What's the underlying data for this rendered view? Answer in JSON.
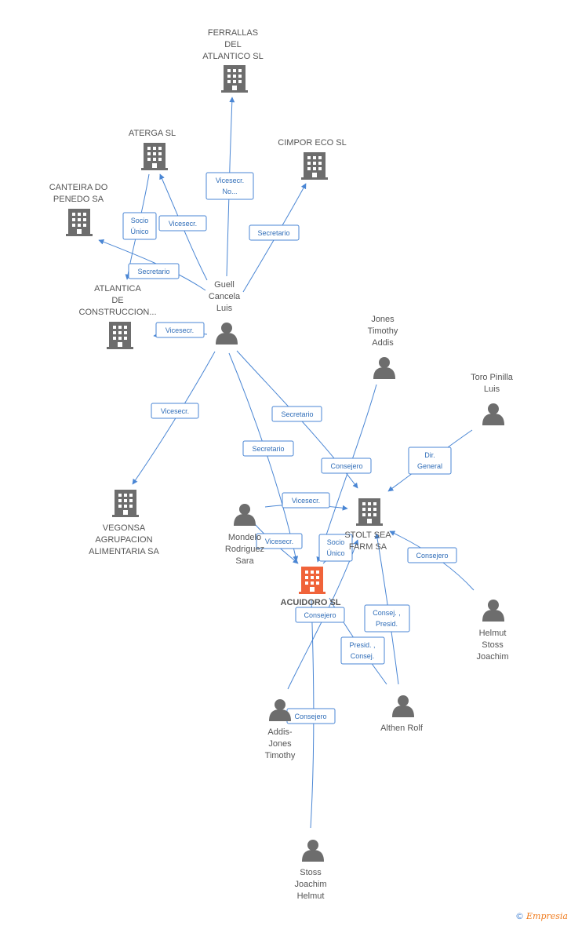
{
  "colors": {
    "edge": "#4a86d4",
    "company": "#6d6d6d",
    "focus_company": "#f0633a",
    "person": "#6d6d6d"
  },
  "nodes": [
    {
      "id": "ferrallas",
      "type": "company",
      "label": [
        "FERRALLAS",
        "DEL",
        "ATLANTICO SL"
      ]
    },
    {
      "id": "aterga",
      "type": "company",
      "label": [
        "ATERGA SL"
      ]
    },
    {
      "id": "cimpor",
      "type": "company",
      "label": [
        "CIMPOR ECO  SL"
      ]
    },
    {
      "id": "canteira",
      "type": "company",
      "label": [
        "CANTEIRA DO",
        "PENEDO SA"
      ]
    },
    {
      "id": "atlantica",
      "type": "company",
      "label": [
        "ATLANTICA",
        "DE",
        "CONSTRUCCION..."
      ]
    },
    {
      "id": "guell",
      "type": "person",
      "label": [
        "Guell",
        "Cancela",
        "Luis"
      ]
    },
    {
      "id": "jones",
      "type": "person",
      "label": [
        "Jones",
        "Timothy",
        "Addis"
      ]
    },
    {
      "id": "toro",
      "type": "person",
      "label": [
        "Toro Pinilla",
        "Luis"
      ]
    },
    {
      "id": "vegonsa",
      "type": "company",
      "label": [
        "VEGONSA",
        "AGRUPACION",
        "ALIMENTARIA SA"
      ]
    },
    {
      "id": "mondelo",
      "type": "person",
      "label": [
        "Mondelo",
        "Rodriguez",
        "Sara"
      ]
    },
    {
      "id": "stolt",
      "type": "company",
      "label": [
        "STOLT SEA",
        "FARM SA"
      ]
    },
    {
      "id": "acuidoro",
      "type": "focus",
      "label": [
        "ACUIDORO SL"
      ]
    },
    {
      "id": "helmut",
      "type": "person",
      "label": [
        "Helmut",
        "Stoss",
        "Joachim"
      ]
    },
    {
      "id": "addis",
      "type": "person",
      "label": [
        "Addis-",
        "Jones",
        "Timothy"
      ]
    },
    {
      "id": "althen",
      "type": "person",
      "label": [
        "Althen Rolf"
      ]
    },
    {
      "id": "stoss",
      "type": "person",
      "label": [
        "Stoss",
        "Joachim",
        "Helmut"
      ]
    }
  ],
  "relations": [
    {
      "id": "r1",
      "label": [
        "Vicesecr.",
        "No..."
      ]
    },
    {
      "id": "r2",
      "label": [
        "Socio",
        "Único"
      ]
    },
    {
      "id": "r3",
      "label": [
        "Vicesecr."
      ]
    },
    {
      "id": "r4",
      "label": [
        "Secretario"
      ]
    },
    {
      "id": "r5",
      "label": [
        "Secretario"
      ]
    },
    {
      "id": "r6",
      "label": [
        "Vicesecr."
      ]
    },
    {
      "id": "r7",
      "label": [
        "Vicesecr."
      ]
    },
    {
      "id": "r8",
      "label": [
        "Secretario"
      ]
    },
    {
      "id": "r9",
      "label": [
        "Secretario"
      ]
    },
    {
      "id": "r10",
      "label": [
        "Consejero"
      ]
    },
    {
      "id": "r11",
      "label": [
        "Dir.",
        "General"
      ]
    },
    {
      "id": "r12",
      "label": [
        "Vicesecr."
      ]
    },
    {
      "id": "r13",
      "label": [
        "Vicesecr."
      ]
    },
    {
      "id": "r14",
      "label": [
        "Socio",
        "Único"
      ]
    },
    {
      "id": "r15",
      "label": [
        "Consejero"
      ]
    },
    {
      "id": "r16",
      "label": [
        "Consejero"
      ]
    },
    {
      "id": "r17",
      "label": [
        "Consej. ,",
        "Presid."
      ]
    },
    {
      "id": "r18",
      "label": [
        "Presid. ,",
        "Consej."
      ]
    },
    {
      "id": "r19",
      "label": [
        "Consejero"
      ]
    }
  ],
  "credit": {
    "symbol": "©",
    "brand": "Empresia"
  }
}
